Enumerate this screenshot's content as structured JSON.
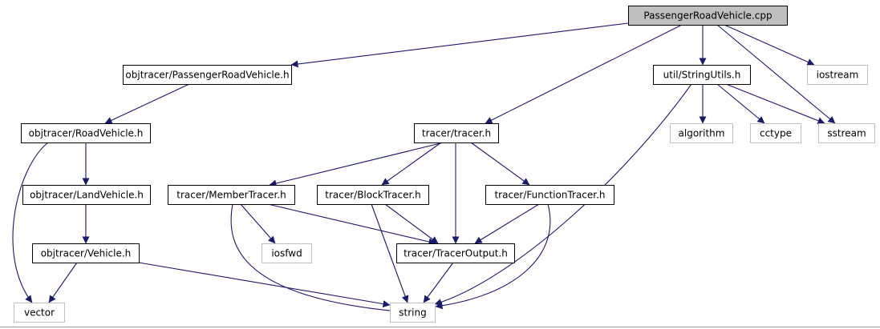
{
  "colors": {
    "edge": "#191970",
    "root_fill": "#bfbfbf",
    "local_border": "#000000",
    "system_border": "#bfbfbf",
    "system_text": "#000000"
  },
  "nodes": [
    {
      "id": "passenger_cpp",
      "label": "PassengerRoadVehicle.cpp",
      "kind": "root"
    },
    {
      "id": "passenger_h",
      "label": "objtracer/PassengerRoadVehicle.h",
      "kind": "local"
    },
    {
      "id": "stringutils_h",
      "label": "util/StringUtils.h",
      "kind": "local"
    },
    {
      "id": "iostream",
      "label": "iostream",
      "kind": "system"
    },
    {
      "id": "roadvehicle_h",
      "label": "objtracer/RoadVehicle.h",
      "kind": "local"
    },
    {
      "id": "tracer_h",
      "label": "tracer/tracer.h",
      "kind": "local"
    },
    {
      "id": "algorithm",
      "label": "algorithm",
      "kind": "system"
    },
    {
      "id": "cctype",
      "label": "cctype",
      "kind": "system"
    },
    {
      "id": "sstream",
      "label": "sstream",
      "kind": "system"
    },
    {
      "id": "landvehicle_h",
      "label": "objtracer/LandVehicle.h",
      "kind": "local"
    },
    {
      "id": "membertracer_h",
      "label": "tracer/MemberTracer.h",
      "kind": "local"
    },
    {
      "id": "blocktracer_h",
      "label": "tracer/BlockTracer.h",
      "kind": "local"
    },
    {
      "id": "functiontracer_h",
      "label": "tracer/FunctionTracer.h",
      "kind": "local"
    },
    {
      "id": "vehicle_h",
      "label": "objtracer/Vehicle.h",
      "kind": "local"
    },
    {
      "id": "iosfwd",
      "label": "iosfwd",
      "kind": "system"
    },
    {
      "id": "traceroutput_h",
      "label": "tracer/TracerOutput.h",
      "kind": "local"
    },
    {
      "id": "vector",
      "label": "vector",
      "kind": "system"
    },
    {
      "id": "string",
      "label": "string",
      "kind": "system"
    }
  ],
  "edges": [
    {
      "from": "passenger_cpp",
      "to": "passenger_h"
    },
    {
      "from": "passenger_cpp",
      "to": "tracer_h"
    },
    {
      "from": "passenger_cpp",
      "to": "stringutils_h"
    },
    {
      "from": "passenger_cpp",
      "to": "iostream"
    },
    {
      "from": "passenger_cpp",
      "to": "sstream"
    },
    {
      "from": "passenger_h",
      "to": "roadvehicle_h"
    },
    {
      "from": "roadvehicle_h",
      "to": "landvehicle_h"
    },
    {
      "from": "roadvehicle_h",
      "to": "vector"
    },
    {
      "from": "landvehicle_h",
      "to": "vehicle_h"
    },
    {
      "from": "vehicle_h",
      "to": "vector"
    },
    {
      "from": "vehicle_h",
      "to": "string"
    },
    {
      "from": "stringutils_h",
      "to": "algorithm"
    },
    {
      "from": "stringutils_h",
      "to": "cctype"
    },
    {
      "from": "stringutils_h",
      "to": "sstream"
    },
    {
      "from": "stringutils_h",
      "to": "string"
    },
    {
      "from": "tracer_h",
      "to": "membertracer_h"
    },
    {
      "from": "tracer_h",
      "to": "blocktracer_h"
    },
    {
      "from": "tracer_h",
      "to": "traceroutput_h"
    },
    {
      "from": "tracer_h",
      "to": "functiontracer_h"
    },
    {
      "from": "membertracer_h",
      "to": "iosfwd"
    },
    {
      "from": "membertracer_h",
      "to": "traceroutput_h"
    },
    {
      "from": "membertracer_h",
      "to": "string"
    },
    {
      "from": "blocktracer_h",
      "to": "traceroutput_h"
    },
    {
      "from": "blocktracer_h",
      "to": "string"
    },
    {
      "from": "functiontracer_h",
      "to": "traceroutput_h"
    },
    {
      "from": "functiontracer_h",
      "to": "string"
    },
    {
      "from": "traceroutput_h",
      "to": "string"
    }
  ]
}
